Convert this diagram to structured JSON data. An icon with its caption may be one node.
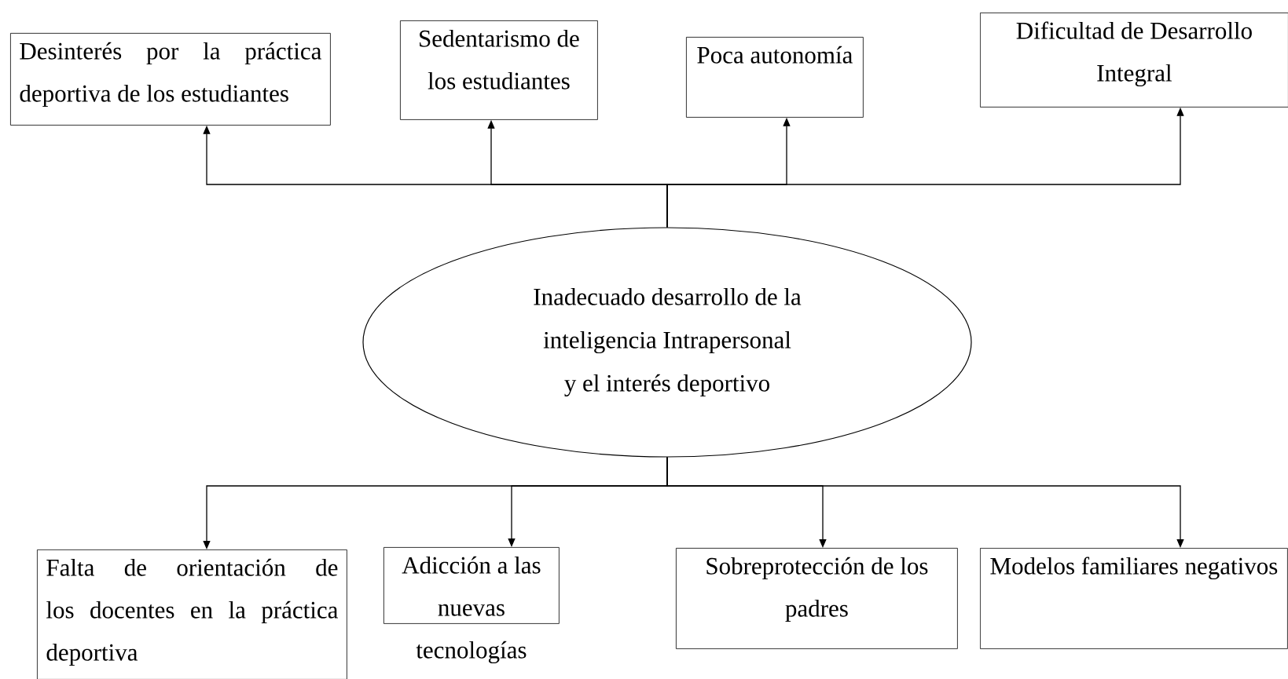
{
  "diagram": {
    "nodes": [
      {
        "text": [
          "Desinterés por la práctica deportiva de los estudiantes"
        ]
      },
      {
        "text": [
          "Sedentarismo de los estudiantes"
        ]
      },
      {
        "text": [
          "Poca autonomía"
        ]
      },
      {
        "text": [
          "Dificultad de Desarrollo Integral"
        ]
      },
      {
        "text": [
          "Inadecuado desarrollo de la inteligencia Intrapersonal y el interés deportivo"
        ]
      },
      {
        "text": [
          "Falta de orientación de los docentes en la práctica deportiva"
        ]
      },
      {
        "text": [
          "Adicción a las nuevas tecnologías"
        ]
      },
      {
        "text": [
          "Sobreprotección de los padres"
        ]
      },
      {
        "text": [
          "Modelos familiares negativos"
        ]
      }
    ],
    "edges": [
      {
        "from": 4,
        "to": 0,
        "arrow": "to"
      },
      {
        "from": 4,
        "to": 1,
        "arrow": "to"
      },
      {
        "from": 4,
        "to": 2,
        "arrow": "to"
      },
      {
        "from": 4,
        "to": 3,
        "arrow": "to"
      },
      {
        "from": 4,
        "to": 5,
        "arrow": "to"
      },
      {
        "from": 4,
        "to": 6,
        "arrow": "to"
      },
      {
        "from": 4,
        "to": 7,
        "arrow": "to"
      },
      {
        "from": 4,
        "to": 8,
        "arrow": "to"
      }
    ]
  }
}
